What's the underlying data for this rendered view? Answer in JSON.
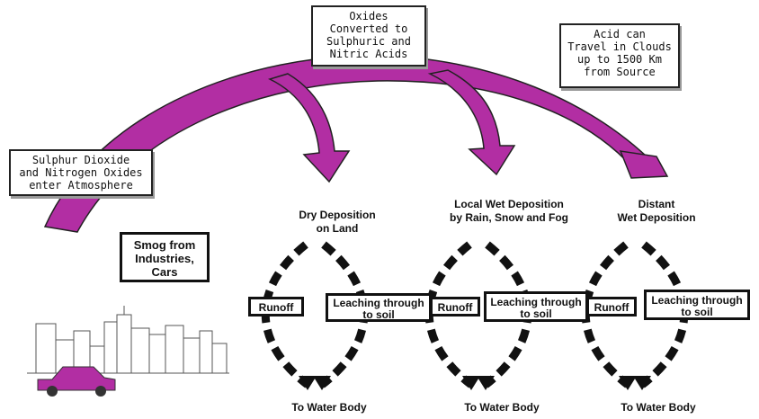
{
  "notes": {
    "sulphur": "Sulphur Dioxide\nand Nitrogen Oxides\nenter Atmosphere",
    "oxides": "Oxides\nConverted to\nSulphuric and\nNitric Acids",
    "travel": "Acid can\nTravel in Clouds\nup to 1500 Km\nfrom Source"
  },
  "smog": "Smog from\nIndustries,\nCars",
  "deposition": [
    {
      "title": "Dry Deposition\non Land",
      "runoff": "Runoff",
      "leaching": "Leaching through\nto soil",
      "water": "To Water Body"
    },
    {
      "title": "Local Wet Deposition\nby Rain, Snow and Fog",
      "runoff": "Runoff",
      "leaching": "Leaching through\nto soil",
      "water": "To Water Body"
    },
    {
      "title": "Distant\nWet Deposition",
      "runoff": "Runoff",
      "leaching": "Leaching through\nto soil",
      "water": "To Water Body"
    }
  ],
  "colors": {
    "arc": "#b22ea3",
    "dash": "#111111",
    "car": "#b22ea3"
  }
}
